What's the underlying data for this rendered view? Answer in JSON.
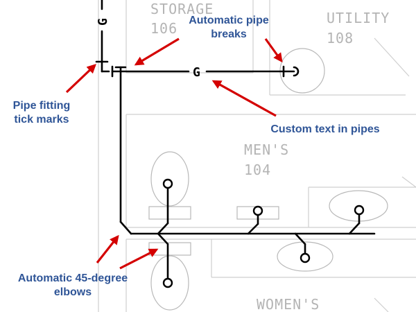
{
  "rooms": {
    "storage": {
      "name": "STORAGE",
      "number": "106"
    },
    "utility": {
      "name": "UTILITY",
      "number": "108"
    },
    "mens": {
      "name": "MEN'S",
      "number": "104"
    },
    "womens": {
      "name": "WOMEN'S"
    }
  },
  "pipe_text": {
    "vertical": "G",
    "horizontal": "G"
  },
  "callouts": {
    "pipe_breaks": {
      "line1": "Automatic pipe",
      "line2": "breaks"
    },
    "tick_marks": {
      "line1": "Pipe fitting",
      "line2": "tick marks"
    },
    "custom_text": {
      "line1": "Custom text in pipes"
    },
    "elbows": {
      "line1": "Automatic 45-degree",
      "line2": "elbows"
    }
  },
  "colors": {
    "callout_text": "#2f5597",
    "arrow": "#d40000",
    "pipe": "#000000",
    "walls": "#cfcfcf",
    "room_labels": "#b4b4b4"
  }
}
